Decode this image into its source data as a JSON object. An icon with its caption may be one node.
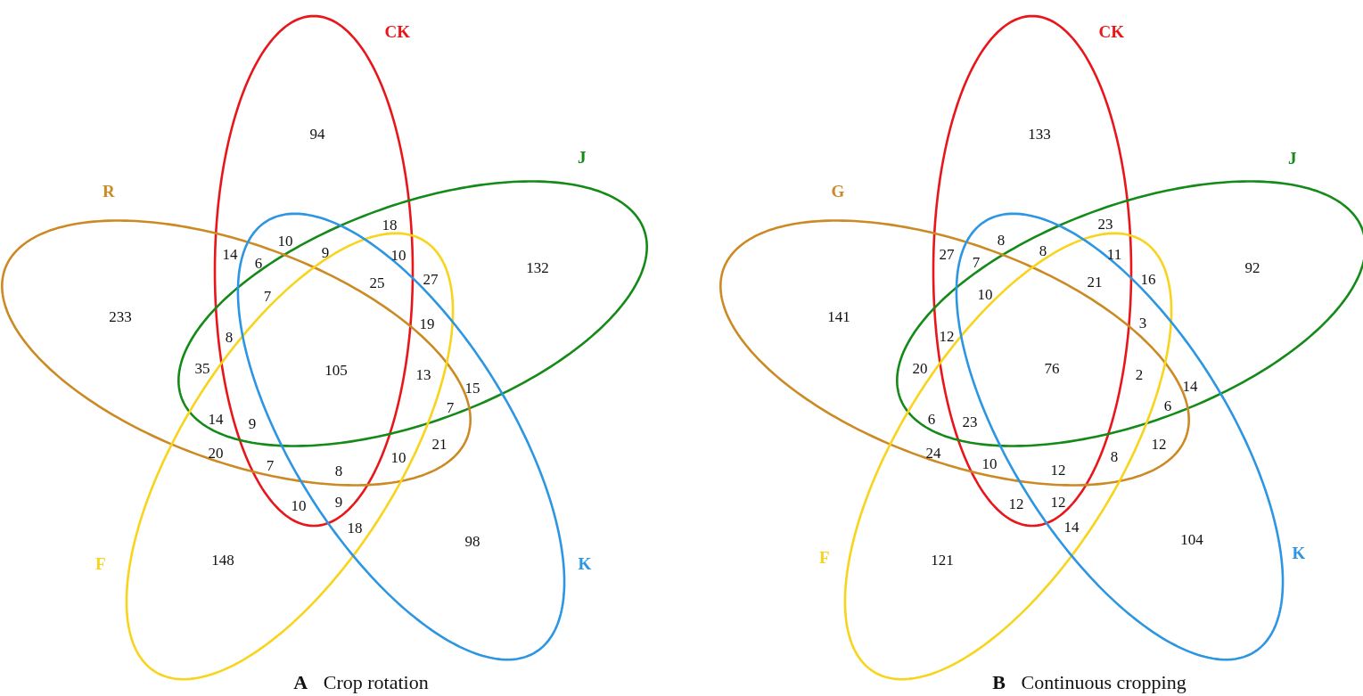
{
  "diagram": {
    "nodes": [
      {
        "text": [
          "CK"
        ]
      },
      {
        "text": [
          "J"
        ]
      },
      {
        "text": [
          "R"
        ]
      },
      {
        "text": [
          "F"
        ]
      },
      {
        "text": [
          "K"
        ]
      },
      {
        "text": [
          "CK"
        ]
      },
      {
        "text": [
          "J"
        ]
      },
      {
        "text": [
          "G"
        ]
      },
      {
        "text": [
          "F"
        ]
      },
      {
        "text": [
          "K"
        ]
      }
    ],
    "labels": [
      "94",
      "18",
      "10",
      "9",
      "14",
      "10",
      "6",
      "132",
      "27",
      "25",
      "7",
      "233",
      "19",
      "8",
      "35",
      "105",
      "13",
      "15",
      "7",
      "14",
      "9",
      "21",
      "20",
      "10",
      "7",
      "8",
      "9",
      "10",
      "18",
      "98",
      "148",
      "**A** Crop rotation",
      "133",
      "23",
      "8",
      "8",
      "27",
      "11",
      "7",
      "92",
      "16",
      "21",
      "10",
      "141",
      "3",
      "12",
      "20",
      "76",
      "2",
      "14",
      "6",
      "6",
      "23",
      "12",
      "24",
      "8",
      "10",
      "12",
      "12",
      "12",
      "14",
      "104",
      "121",
      "**B** Continuous cropping"
    ]
  }
}
